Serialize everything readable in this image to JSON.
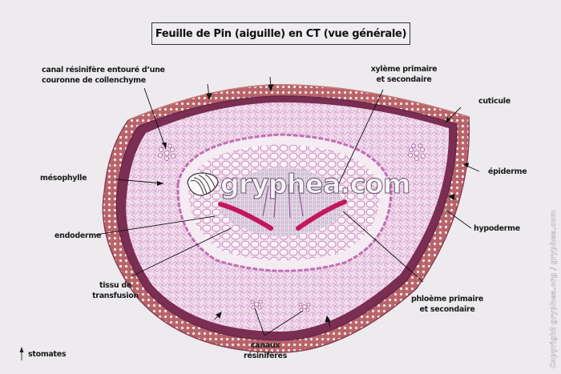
{
  "title": "Feuille de Pin (aiguille) en CT (vue générale)",
  "watermark": "gryphea.com",
  "copyright": "Copyright gryphea.org / gryphea.com",
  "labels": {
    "canal_resinifere": [
      "canal résinifère entouré d’une",
      "couronne de collenchyme"
    ],
    "xyleme": [
      "xylème primaire",
      "et secondaire"
    ],
    "cuticule": "cuticule",
    "mesophylle": "mésophylle",
    "epiderme": "épiderme",
    "endoderme": "endoderme",
    "hypoderme": "hypoderme",
    "tissu_transfusion": [
      "tissu de",
      "transfusion"
    ],
    "phloeme": [
      "phloème primaire",
      "et secondaire"
    ],
    "canaux_resiniferes": [
      "canaux",
      "résinifères"
    ],
    "legend_stomates": "stomates"
  },
  "icons": {
    "logo": "gryphea-shell-icon",
    "stomata_marker": "arrow-up-icon"
  },
  "colors": {
    "background": "#edebee",
    "epidermis": "#b8606a",
    "hypodermis_dark": "#7a2e52",
    "mesophyll": "#efd8ea",
    "mesophyll_cell_walls": "#c98ac0",
    "endodermis_cells": "#f6eef4",
    "vascular": "#d9c7dc",
    "phloem_band": "#c2185b",
    "label_text": "#1a1a1a"
  }
}
